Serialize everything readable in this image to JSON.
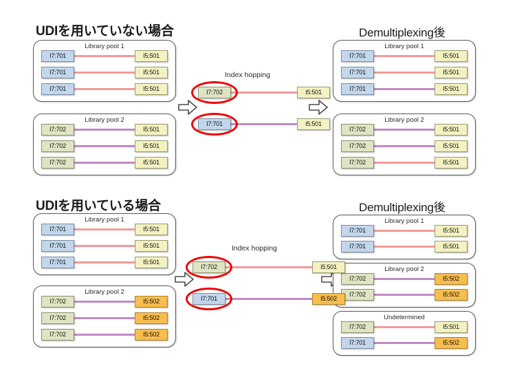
{
  "figure": {
    "title_top": "UDIを用いていない場合",
    "title_bottom": "UDIを用いている場合",
    "demux_label_top": "Demultiplexing後",
    "demux_label_bottom": "Demultiplexing後",
    "index_hopping_label_top": "Index hopping",
    "index_hopping_label_bottom": "Index hopping",
    "pool1_label": "Library pool 1",
    "pool2_label": "Library pool 2",
    "undetermined_label": "Undetermined"
  },
  "colors": {
    "i7_701": "#c3d7ec",
    "i7_702": "#dfe5c3",
    "i5_501": "#f4f2c2",
    "i5_502": "#f7bd4e",
    "link_pink": "#f29a9a",
    "link_purple": "#c08ac4",
    "highlight": "#ee0000",
    "panel_border": "#585858"
  },
  "top_section": {
    "input_pool1": {
      "label": "Library pool 1",
      "rows": [
        {
          "left": "I7:701",
          "left_color": "blue",
          "link": "pink",
          "right": "I5:501",
          "right_color": "yellow"
        },
        {
          "left": "I7:701",
          "left_color": "blue",
          "link": "pink",
          "right": "I5:501",
          "right_color": "yellow"
        },
        {
          "left": "I7:701",
          "left_color": "blue",
          "link": "pink",
          "right": "I5:501",
          "right_color": "yellow"
        }
      ]
    },
    "input_pool2": {
      "label": "Library pool 2",
      "rows": [
        {
          "left": "I7:702",
          "left_color": "green",
          "link": "purple",
          "right": "I5:501",
          "right_color": "yellow"
        },
        {
          "left": "I7:702",
          "left_color": "green",
          "link": "purple",
          "right": "I5:501",
          "right_color": "yellow"
        },
        {
          "left": "I7:702",
          "left_color": "green",
          "link": "purple",
          "right": "I5:501",
          "right_color": "yellow"
        }
      ]
    },
    "hopping": {
      "label": "Index hopping",
      "rows": [
        {
          "left": "I7:702",
          "left_color": "green",
          "link": "pink",
          "right": "I5:501",
          "right_color": "yellow"
        },
        {
          "left": "I7:701",
          "left_color": "blue",
          "link": "purple",
          "right": "I5:501",
          "right_color": "yellow"
        }
      ]
    },
    "output_pool1": {
      "label": "Library pool 1",
      "rows": [
        {
          "left": "I7:701",
          "left_color": "blue",
          "link": "pink",
          "right": "I5:501",
          "right_color": "yellow"
        },
        {
          "left": "I7:701",
          "left_color": "blue",
          "link": "pink",
          "right": "I5:501",
          "right_color": "yellow"
        },
        {
          "left": "I7:701",
          "left_color": "blue",
          "link": "purple",
          "right": "I5:501",
          "right_color": "yellow"
        }
      ]
    },
    "output_pool2": {
      "label": "Library pool 2",
      "rows": [
        {
          "left": "I7:702",
          "left_color": "green",
          "link": "purple",
          "right": "I5:501",
          "right_color": "yellow"
        },
        {
          "left": "I7:702",
          "left_color": "green",
          "link": "purple",
          "right": "I5:501",
          "right_color": "yellow"
        },
        {
          "left": "I7:702",
          "left_color": "green",
          "link": "pink",
          "right": "I5:501",
          "right_color": "yellow"
        }
      ]
    }
  },
  "bottom_section": {
    "input_pool1": {
      "label": "Library pool 1",
      "rows": [
        {
          "left": "I7:701",
          "left_color": "blue",
          "link": "pink",
          "right": "I5:501",
          "right_color": "yellow"
        },
        {
          "left": "I7:701",
          "left_color": "blue",
          "link": "pink",
          "right": "I5:501",
          "right_color": "yellow"
        },
        {
          "left": "I7:701",
          "left_color": "blue",
          "link": "pink",
          "right": "I5:501",
          "right_color": "yellow"
        }
      ]
    },
    "input_pool2": {
      "label": "Library pool 2",
      "rows": [
        {
          "left": "I7:702",
          "left_color": "green",
          "link": "purple",
          "right": "I5:502",
          "right_color": "orange"
        },
        {
          "left": "I7:702",
          "left_color": "green",
          "link": "purple",
          "right": "I5:502",
          "right_color": "orange"
        },
        {
          "left": "I7:702",
          "left_color": "green",
          "link": "purple",
          "right": "I5:502",
          "right_color": "orange"
        }
      ]
    },
    "hopping": {
      "label": "Index hopping",
      "rows": [
        {
          "left": "I7:702",
          "left_color": "green",
          "link": "pink",
          "right": "I5:501",
          "right_color": "yellow"
        },
        {
          "left": "I7:701",
          "left_color": "blue",
          "link": "purple",
          "right": "I5:502",
          "right_color": "orange"
        }
      ]
    },
    "output_pool1": {
      "label": "Library pool 1",
      "rows": [
        {
          "left": "I7:701",
          "left_color": "blue",
          "link": "pink",
          "right": "I5:501",
          "right_color": "yellow"
        },
        {
          "left": "I7:701",
          "left_color": "blue",
          "link": "pink",
          "right": "I5:501",
          "right_color": "yellow"
        }
      ]
    },
    "output_pool2": {
      "label": "Library pool 2",
      "rows": [
        {
          "left": "I7:702",
          "left_color": "green",
          "link": "purple",
          "right": "I5:502",
          "right_color": "orange"
        },
        {
          "left": "I7:702",
          "left_color": "green",
          "link": "purple",
          "right": "I5:502",
          "right_color": "orange"
        }
      ]
    },
    "output_undetermined": {
      "label": "Undetermined",
      "rows": [
        {
          "left": "I7:702",
          "left_color": "green",
          "link": "pink",
          "right": "I5:501",
          "right_color": "yellow"
        },
        {
          "left": "I7:701",
          "left_color": "blue",
          "link": "purple",
          "right": "I5:502",
          "right_color": "orange"
        }
      ]
    }
  }
}
